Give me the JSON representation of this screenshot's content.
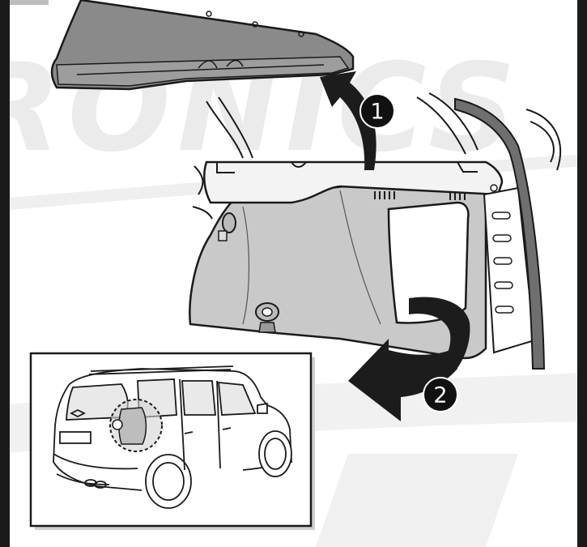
{
  "steps": {
    "step1": {
      "number": "1"
    },
    "step2": {
      "number": "2"
    }
  },
  "watermark": {
    "text": "RONICS"
  },
  "colors": {
    "panel_fill": "#c9c9c9",
    "cover_fill": "#8a8a8a",
    "arrow_fill": "#1c1c1c",
    "badge_fill": "#111111",
    "watermark": "#e6e6e6",
    "line": "#1a1a1a"
  }
}
